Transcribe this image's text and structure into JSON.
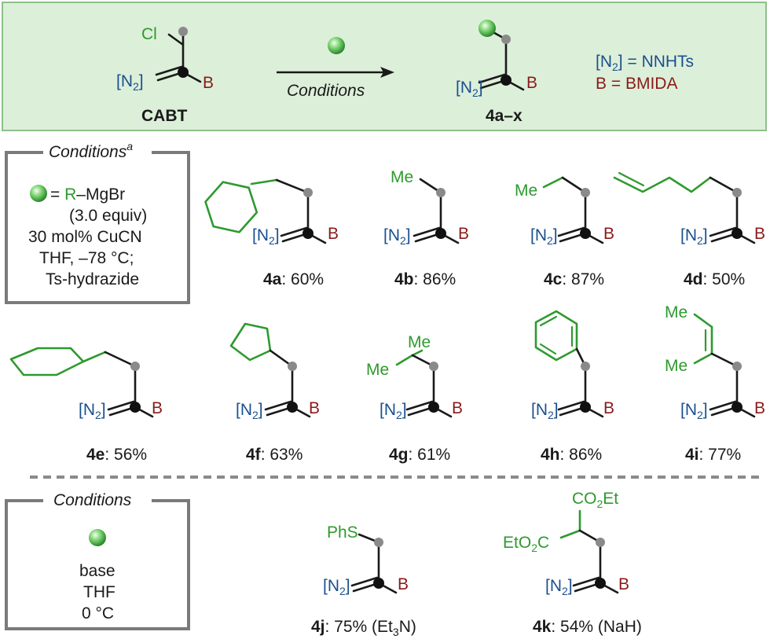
{
  "header": {
    "left_label": "CABT",
    "cl": "Cl",
    "n2": "[N",
    "n2_sub": "2",
    "n2_close": "]",
    "b": "B",
    "arrow_label": "Conditions",
    "product_label": "4a–x",
    "legend_n2_a": "[N",
    "legend_n2_sub": "2",
    "legend_n2_b": "] = NNHTs",
    "legend_b": "B = BMIDA"
  },
  "conditions1": {
    "title": "Conditions",
    "title_sup": "a",
    "line1_eq": " = ",
    "line1_r": "R",
    "line1_rest": "–MgBr",
    "line2": "(3.0 equiv)",
    "line3": "30 mol% CuCN",
    "line4": "THF, –78 °C;",
    "line5": "Ts-hydrazide"
  },
  "conditions2": {
    "title": "Conditions",
    "line1": "base",
    "line2": "THF",
    "line3": "0 °C"
  },
  "frag": {
    "n2": "[N",
    "sub": "2",
    "close": "]",
    "b": "B",
    "me": "Me",
    "phs": "PhS",
    "co2et_a": "CO",
    "co2et_sub": "2",
    "co2et_b": "Et",
    "eto2c_a": "EtO",
    "eto2c_sub": "2",
    "eto2c_b": "C"
  },
  "products": [
    {
      "id": "4a",
      "yield": ": 60%"
    },
    {
      "id": "4b",
      "yield": ": 86%"
    },
    {
      "id": "4c",
      "yield": ": 87%"
    },
    {
      "id": "4d",
      "yield": ": 50%"
    },
    {
      "id": "4e",
      "yield": ": 56%"
    },
    {
      "id": "4f",
      "yield": ": 63%"
    },
    {
      "id": "4g",
      "yield": ": 61%"
    },
    {
      "id": "4h",
      "yield": ": 86%"
    },
    {
      "id": "4i",
      "yield": ": 77%"
    },
    {
      "id": "4j",
      "yield": ": 75% (Et",
      "sub": "3",
      "tail": "N)"
    },
    {
      "id": "4k",
      "yield": ": 54% (NaH)"
    }
  ],
  "colors": {
    "header_bg": "#dcefd9",
    "header_border": "#8fbf8a",
    "box_border": "#7a7a7a",
    "green": "#2e9a2e",
    "blue": "#1b4f8f",
    "red": "#8b1a1a"
  }
}
